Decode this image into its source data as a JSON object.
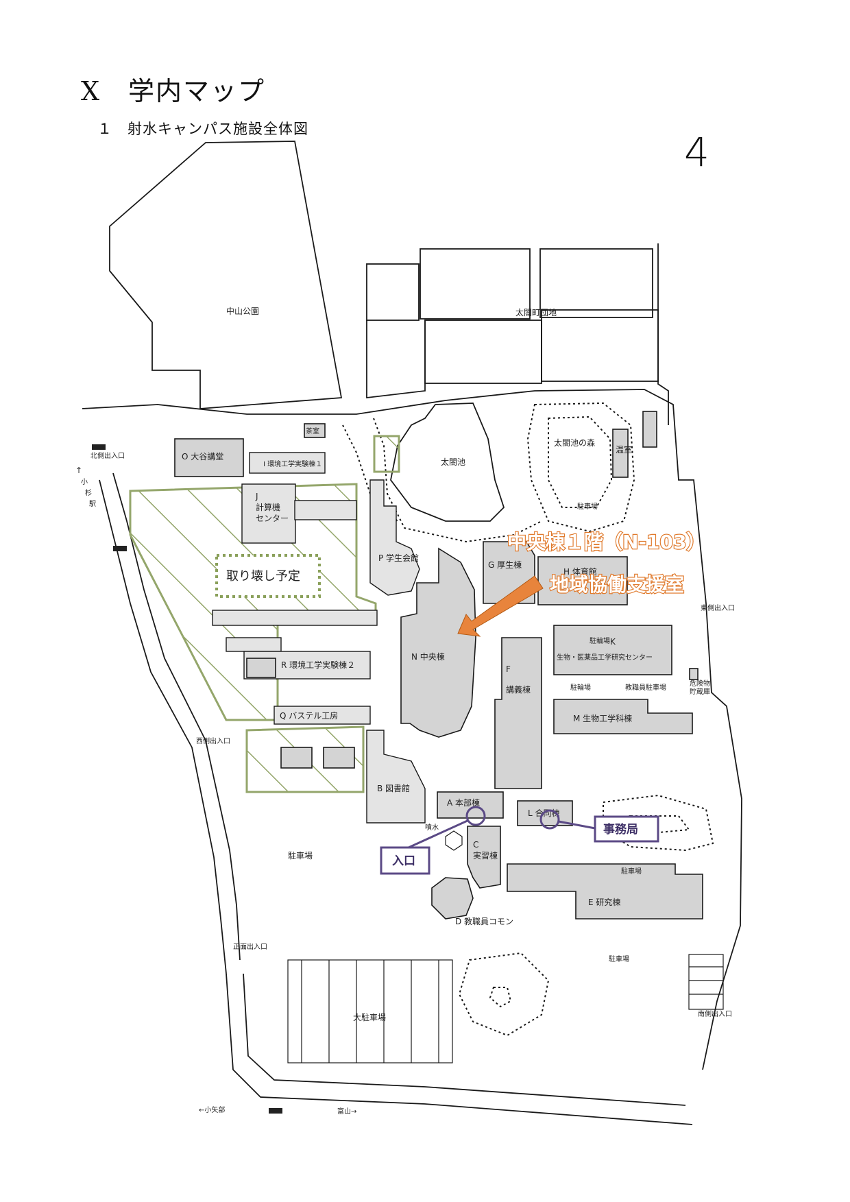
{
  "header": {
    "title": "Ⅹ　学内マップ",
    "subtitle": "１　射水キャンパス施設全体図",
    "page_number": "4"
  },
  "map": {
    "areas": {
      "nakayama_park": "中山公園",
      "taikoyama": "太閤町団地",
      "taiko_pond": "太閤池",
      "taiko_forest": "太閤池の森",
      "greenhouse": "温室",
      "tea_room": "茶室"
    },
    "gates": {
      "north": "北側出入口",
      "west": "西側出入口",
      "east": "東側出入口",
      "south": "南側出入口",
      "front": "正面出入口"
    },
    "directions": {
      "kosugi_arrow": "↑",
      "kosugi_1": "小",
      "kosugi_2": "杉",
      "kosugi_3": "駅",
      "koyabe": "←小矢部",
      "toyama": "富山→"
    },
    "buildings": {
      "O": "O 大谷講堂",
      "I": "I 環境工学実験棟１",
      "J_1": "J",
      "J_2": "計算機",
      "J_3": "センター",
      "P": "P 学生会館",
      "G": "G 厚生棟",
      "H": "H 体育館",
      "N": "N 中央棟",
      "K_1": "K",
      "K_2": "生物・医薬品工学研究センター",
      "F_1": "F",
      "F_2": "講義棟",
      "M": "M 生物工学科棟",
      "R": "R 環境工学実験棟２",
      "Q": "Q バステル工房",
      "B": "B 図書館",
      "A": "A 本部棟",
      "L": "L 合同棟",
      "C_1": "C",
      "C_2": "実習棟",
      "D": "D 教職員コモン",
      "E": "E 研究棟",
      "hazard_1": "危険物",
      "hazard_2": "貯蔵庫"
    },
    "parking": {
      "p_main": "駐車場",
      "p_big": "大駐車場",
      "p_east_h": "駐車場",
      "p_staff": "教職員駐車場",
      "p_south_east": "駐車場",
      "p_e": "駐車場",
      "bike_1": "駐輪場",
      "bike_2": "駐輪場"
    },
    "fountain": "噴水",
    "demolish_label": "取り壊し予定"
  },
  "callouts": {
    "central_floor": "中央棟１階（N-103）",
    "office_name": "地域協働支援室",
    "entrance": "入口",
    "jimukyoku": "事務局"
  },
  "colors": {
    "building_fill": "#d4d4d4",
    "hatch_green": "#94a66b",
    "callout_orange": "#e8843c",
    "callout_purple": "#5b4a86"
  }
}
